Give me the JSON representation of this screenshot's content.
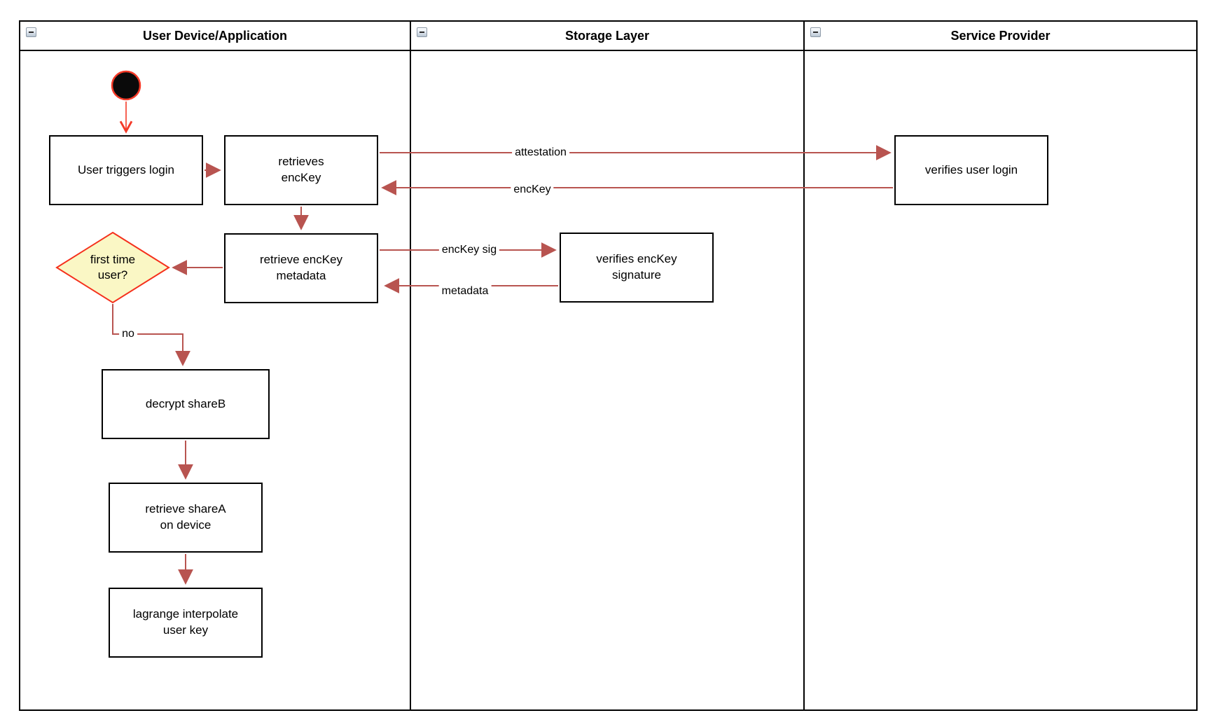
{
  "lanes": [
    {
      "title": "User Device/Application",
      "collapse_icon": "minus-square"
    },
    {
      "title": "Storage Layer",
      "collapse_icon": "minus-square"
    },
    {
      "title": "Service Provider",
      "collapse_icon": "minus-square"
    }
  ],
  "nodes": {
    "user_triggers_login": "User triggers login",
    "retrieves_enckey": "retrieves\nencKey",
    "retrieve_enckey_metadata": "retrieve encKey\nmetadata",
    "first_time_user": "first time\nuser?",
    "decrypt_shareb": "decrypt shareB",
    "retrieve_sharea": "retrieve shareA\non device",
    "lagrange_interpolate": "lagrange interpolate\nuser key",
    "verifies_enckey_signature": "verifies encKey\nsignature",
    "verifies_user_login": "verifies user login"
  },
  "edge_labels": {
    "attestation": "attestation",
    "enckey": "encKey",
    "enckey_sig": "encKey sig",
    "metadata": "metadata",
    "no": "no"
  },
  "colors": {
    "edge": "#b85450",
    "accent_red": "#f43a28",
    "diamond_fill": "#faf7c5",
    "diamond_stroke": "#f5301c",
    "node_border": "#000000",
    "node_fill": "#ffffff",
    "start_node_fill": "#0a0a0a"
  }
}
